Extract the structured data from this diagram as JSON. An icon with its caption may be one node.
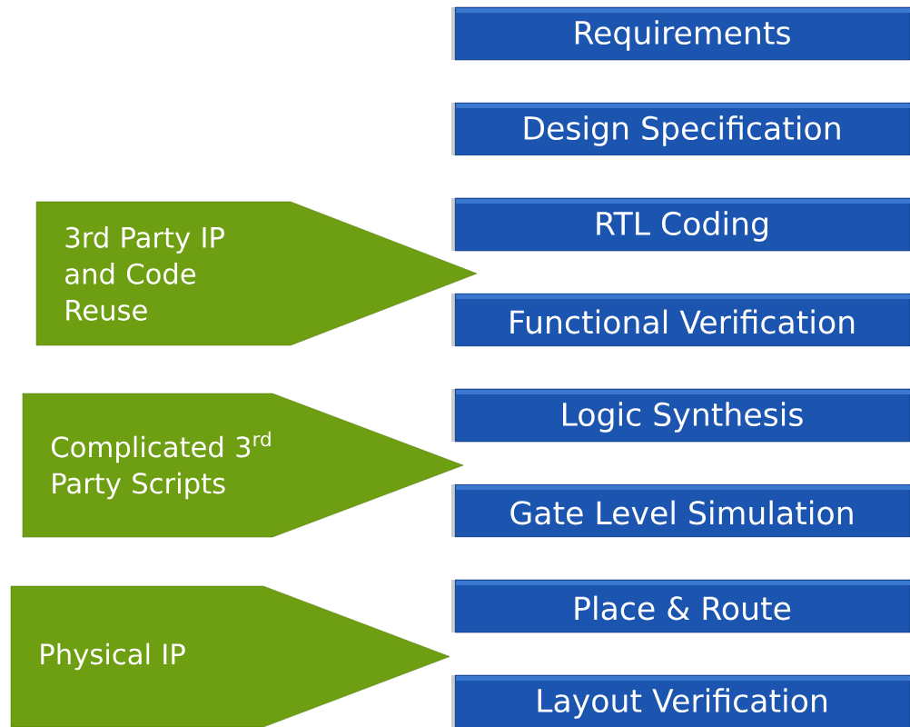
{
  "diagram": {
    "nodes": [
      {
        "text": [
          "Requirements"
        ]
      },
      {
        "text": [
          "Design Specification"
        ]
      },
      {
        "text": [
          "RTL Coding"
        ]
      },
      {
        "text": [
          "Functional Verification"
        ]
      },
      {
        "text": [
          "Logic Synthesis"
        ]
      },
      {
        "text": [
          "Gate Level Simulation"
        ]
      },
      {
        "text": [
          "Place & Route"
        ]
      },
      {
        "text": [
          "Layout Verification"
        ]
      },
      {
        "text": [
          "3rd Party IP and Code Reuse"
        ]
      },
      {
        "text": [
          "Complicated 3$^{rd}$ Party Scripts"
        ]
      },
      {
        "text": [
          "Physical IP"
        ]
      }
    ]
  }
}
